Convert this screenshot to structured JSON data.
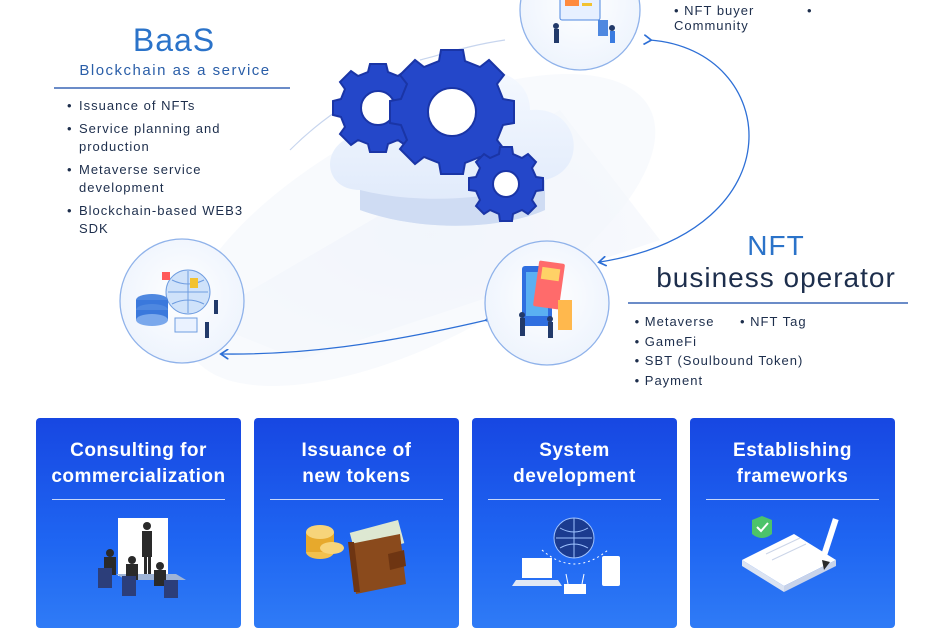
{
  "baas": {
    "title": "BaaS",
    "subtitle": "Blockchain as a service",
    "items": [
      "Issuance of NFTs",
      "Service planning and production",
      "Metaverse service development",
      "Blockchain-based WEB3 SDK"
    ]
  },
  "user": {
    "items": [
      "NFT buyer",
      "Community"
    ]
  },
  "nft_operator": {
    "title": "NFT",
    "subtitle": "business operator",
    "items": [
      "Metaverse",
      "NFT Tag",
      "GameFi",
      "SBT (Soulbound Token)",
      "Payment"
    ]
  },
  "cards": [
    {
      "title": [
        "Consulting for",
        "commercialization"
      ]
    },
    {
      "title": [
        "Issuance of",
        "new tokens"
      ]
    },
    {
      "title": [
        "System",
        "development"
      ]
    },
    {
      "title": [
        "Establishing",
        "frameworks"
      ]
    }
  ],
  "colors": {
    "accent_blue": "#2b73c9",
    "navy": "#1d2e4c",
    "card_top": "#1747e2",
    "card_bottom": "#2f7bf6",
    "gear_blue": "#2447c9"
  }
}
